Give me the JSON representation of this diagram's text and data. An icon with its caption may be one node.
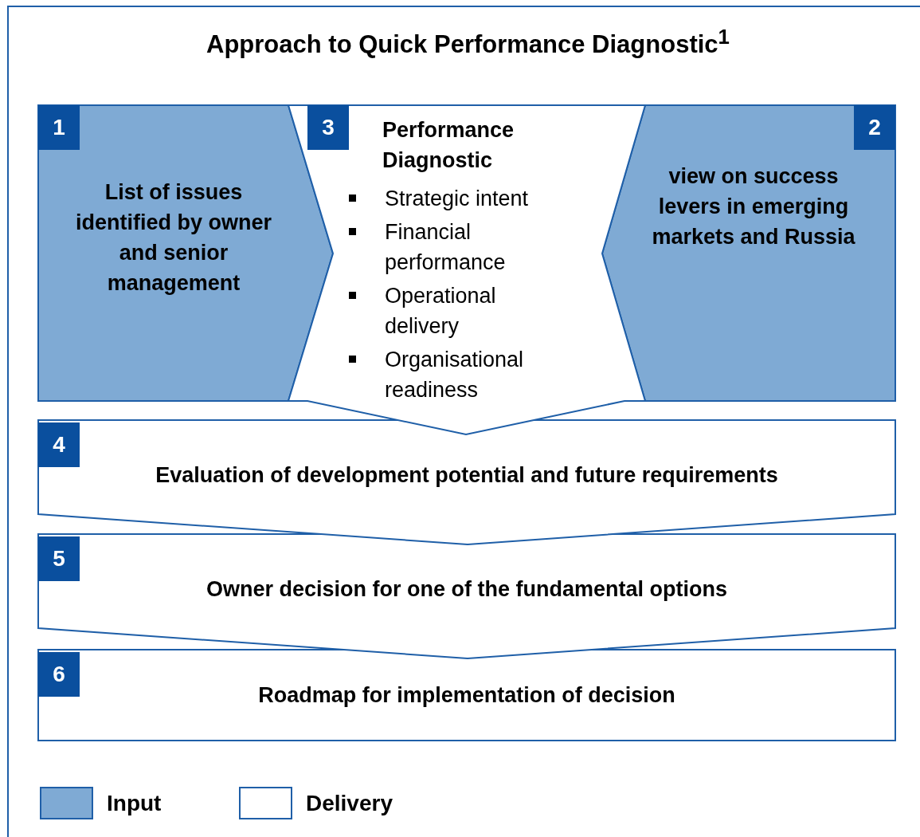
{
  "diagram": {
    "title": "Approach to Quick Performance Diagnostic$^{1}$",
    "nodes": [
      {
        "text": [
          "1",
          "List of issues identified by owner and senior management"
        ]
      },
      {
        "text": [
          "3",
          "Performance Diagnostic",
          "Strategic intent",
          "Financial performance",
          "Operational delivery",
          "Organisational readiness"
        ]
      },
      {
        "text": [
          "2",
          "view on success levers in emerging markets and Russia"
        ]
      },
      {
        "text": [
          "4",
          "Evaluation of development potential and future requirements"
        ]
      },
      {
        "text": [
          "5",
          "Owner decision for one of the fundamental options"
        ]
      },
      {
        "text": [
          "6",
          "Roadmap for implementation of decision"
        ]
      }
    ],
    "legend": [
      {
        "text": "Input",
        "color": "#7faad4"
      },
      {
        "text": "Delivery",
        "color": "#ffffff"
      }
    ]
  }
}
